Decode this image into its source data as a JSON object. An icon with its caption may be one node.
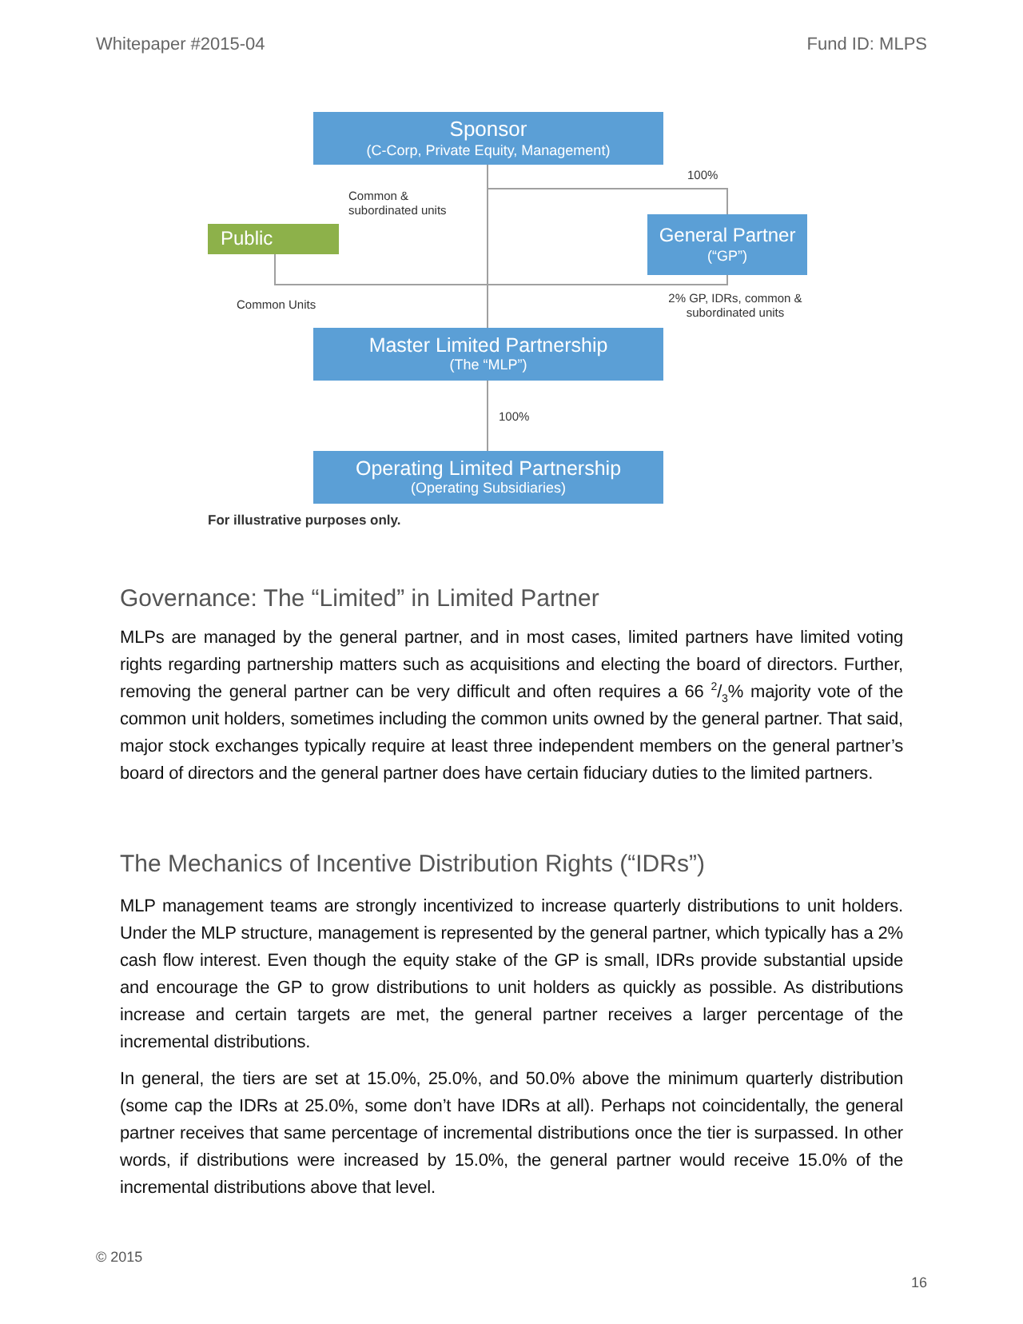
{
  "diagram": {
    "nodes": [
      {
        "text": [
          "Sponsor",
          "(C-Corp, Private Equity,  Management)"
        ]
      },
      {
        "text": [
          "Public"
        ]
      },
      {
        "text": [
          "General Partner",
          "(“GP”)"
        ]
      },
      {
        "text": [
          "Master Limited Partnership",
          "(The “MLP”)"
        ]
      },
      {
        "text": [
          "Operating Limited Partnership",
          "(Operating Subsidiaries)"
        ]
      }
    ],
    "edges": [
      {
        "from": 0,
        "to": 3,
        "arrow": "none",
        "label": "Common & subordinated units"
      },
      {
        "from": 0,
        "to": 2,
        "arrow": "none",
        "label": "100%"
      },
      {
        "from": 1,
        "to": 3,
        "arrow": "none",
        "label": "Common Units"
      },
      {
        "from": 2,
        "to": 3,
        "arrow": "none",
        "label": "2% GP, IDRs, common & subordinated units"
      },
      {
        "from": 3,
        "to": 4,
        "arrow": "none",
        "label": "100%"
      }
    ],
    "labels": [
      "Whitepaper #2015-04",
      "Fund ID: MLPS",
      "For illustrative purposes only.",
      "Governance: The “Limited” in Limited Partner",
      "MLPs are managed by the general partner, and in most cases, limited partners have limited voting rights regarding partnership matters such as acquisitions and electing the board of directors. Further, removing the general partner can be very difficult and often requires a 66 $^{2}$/$_{3}$% majority vote of the common unit holders, sometimes including the common units owned by the general partner. That said, major stock exchanges typically require at least three independent members on the general partner’s board of directors and the general partner does have certain fiduciary duties to the limited partners.",
      "The Mechanics of Incentive Distribution Rights (“IDRs”)",
      "MLP management teams are strongly incentivized to increase quarterly distributions to unit holders. Under the MLP structure, management is represented by the general partner, which typically has a 2% cash flow interest.  Even though the equity stake of the GP is small, IDRs provide substantial upside and encourage the GP to grow distributions to unit holders as quickly as possible. As distributions increase and certain targets are met, the general partner receives a larger percentage of the incremental distributions.",
      "In general, the tiers are set at 15.0%, 25.0%, and 50.0% above the minimum quarterly distribution (some cap the IDRs at 25.0%, some don’t have IDRs at all). Perhaps not coincidentally, the general partner receives that same percentage of incremental distributions once the tier is surpassed.  In other words, if distributions were increased by 15.0%, the general partner would receive 15.0% of the incremental distributions above that level.",
      "© 2015",
      "16"
    ]
  }
}
